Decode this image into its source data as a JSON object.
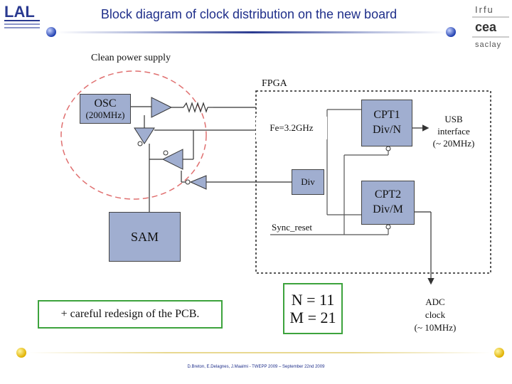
{
  "header": {
    "title": "Block diagram of clock distribution on the new board",
    "logo_left_text": "LAL",
    "logo_right_lines": [
      "Irfu",
      "cea",
      "saclay"
    ]
  },
  "diagram": {
    "clean_power_label": "Clean power supply",
    "fpga_label": "FPGA",
    "osc_label": "OSC",
    "osc_freq": "(200MHz)",
    "fe_label": "Fe=3.2GHz",
    "cpt1_line1": "CPT1",
    "cpt1_line2": "Div/N",
    "usb_line1": "USB",
    "usb_line2": "interface",
    "usb_line3": "(~ 20MHz)",
    "div_label": "Div",
    "cpt2_line1": "CPT2",
    "cpt2_line2": "Div/M",
    "sync_reset_label": "Sync_reset",
    "sam_label": "SAM",
    "pcb_note": "+ careful redesign of the PCB.",
    "n_value": "N = 11",
    "m_value": "M = 21",
    "adc_line1": "ADC",
    "adc_line2": "clock",
    "adc_line3": "(~ 10MHz)"
  },
  "footer": {
    "credits": "D.Breton, E.Delagnes, J.Maalmi - TWEPP 2009 – September 22nd 2009"
  },
  "colors": {
    "title": "#1f2f8a",
    "box_fill": "#a0aed0",
    "highlight_circle": "#e07070",
    "green_border": "#3da33d"
  }
}
